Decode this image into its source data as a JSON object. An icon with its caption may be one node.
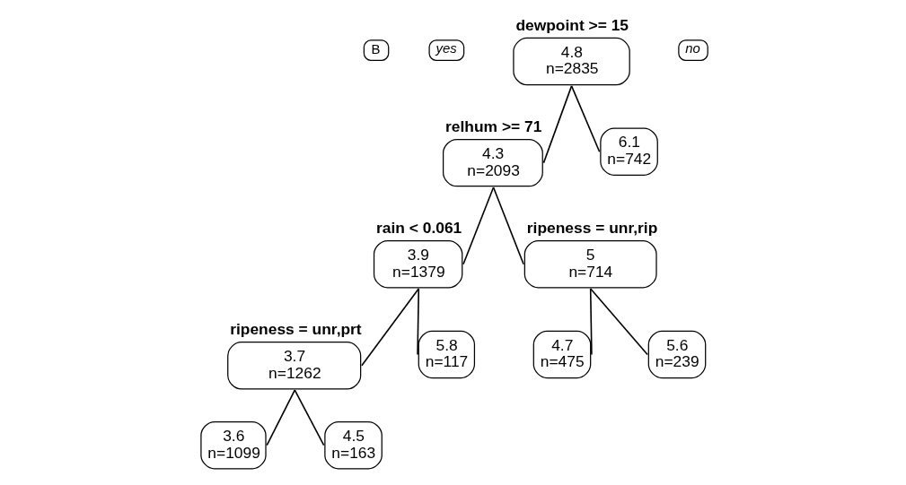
{
  "diagram": {
    "nodes": [
      {
        "text": [
          "B"
        ]
      },
      {
        "text": [
          "yes"
        ]
      },
      {
        "text": [
          "dewpoint >= 15",
          "4.8",
          "n=2835"
        ]
      },
      {
        "text": [
          "no"
        ]
      },
      {
        "text": [
          "relhum >= 71",
          "4.3",
          "n=2093"
        ]
      },
      {
        "text": [
          "6.1",
          "n=742"
        ]
      },
      {
        "text": [
          "rain < 0.061",
          "3.9",
          "n=1379"
        ]
      },
      {
        "text": [
          "ripeness = unr,rip",
          "5",
          "n=714"
        ]
      },
      {
        "text": [
          "ripeness = unr,prt",
          "3.7",
          "n=1262"
        ]
      },
      {
        "text": [
          "5.8",
          "n=117"
        ]
      },
      {
        "text": [
          "4.7",
          "n=475"
        ]
      },
      {
        "text": [
          "5.6",
          "n=239"
        ]
      },
      {
        "text": [
          "3.6",
          "n=1099"
        ]
      },
      {
        "text": [
          "4.5",
          "n=163"
        ]
      }
    ],
    "edges": [
      {
        "from": 2,
        "to": 4,
        "arrow": "none"
      },
      {
        "from": 2,
        "to": 5,
        "arrow": "none"
      },
      {
        "from": 4,
        "to": 6,
        "arrow": "none"
      },
      {
        "from": 4,
        "to": 7,
        "arrow": "none"
      },
      {
        "from": 6,
        "to": 8,
        "arrow": "none"
      },
      {
        "from": 6,
        "to": 9,
        "arrow": "none"
      },
      {
        "from": 7,
        "to": 10,
        "arrow": "none"
      },
      {
        "from": 7,
        "to": 11,
        "arrow": "none"
      },
      {
        "from": 8,
        "to": 12,
        "arrow": "none"
      },
      {
        "from": 8,
        "to": 13,
        "arrow": "none"
      }
    ]
  }
}
